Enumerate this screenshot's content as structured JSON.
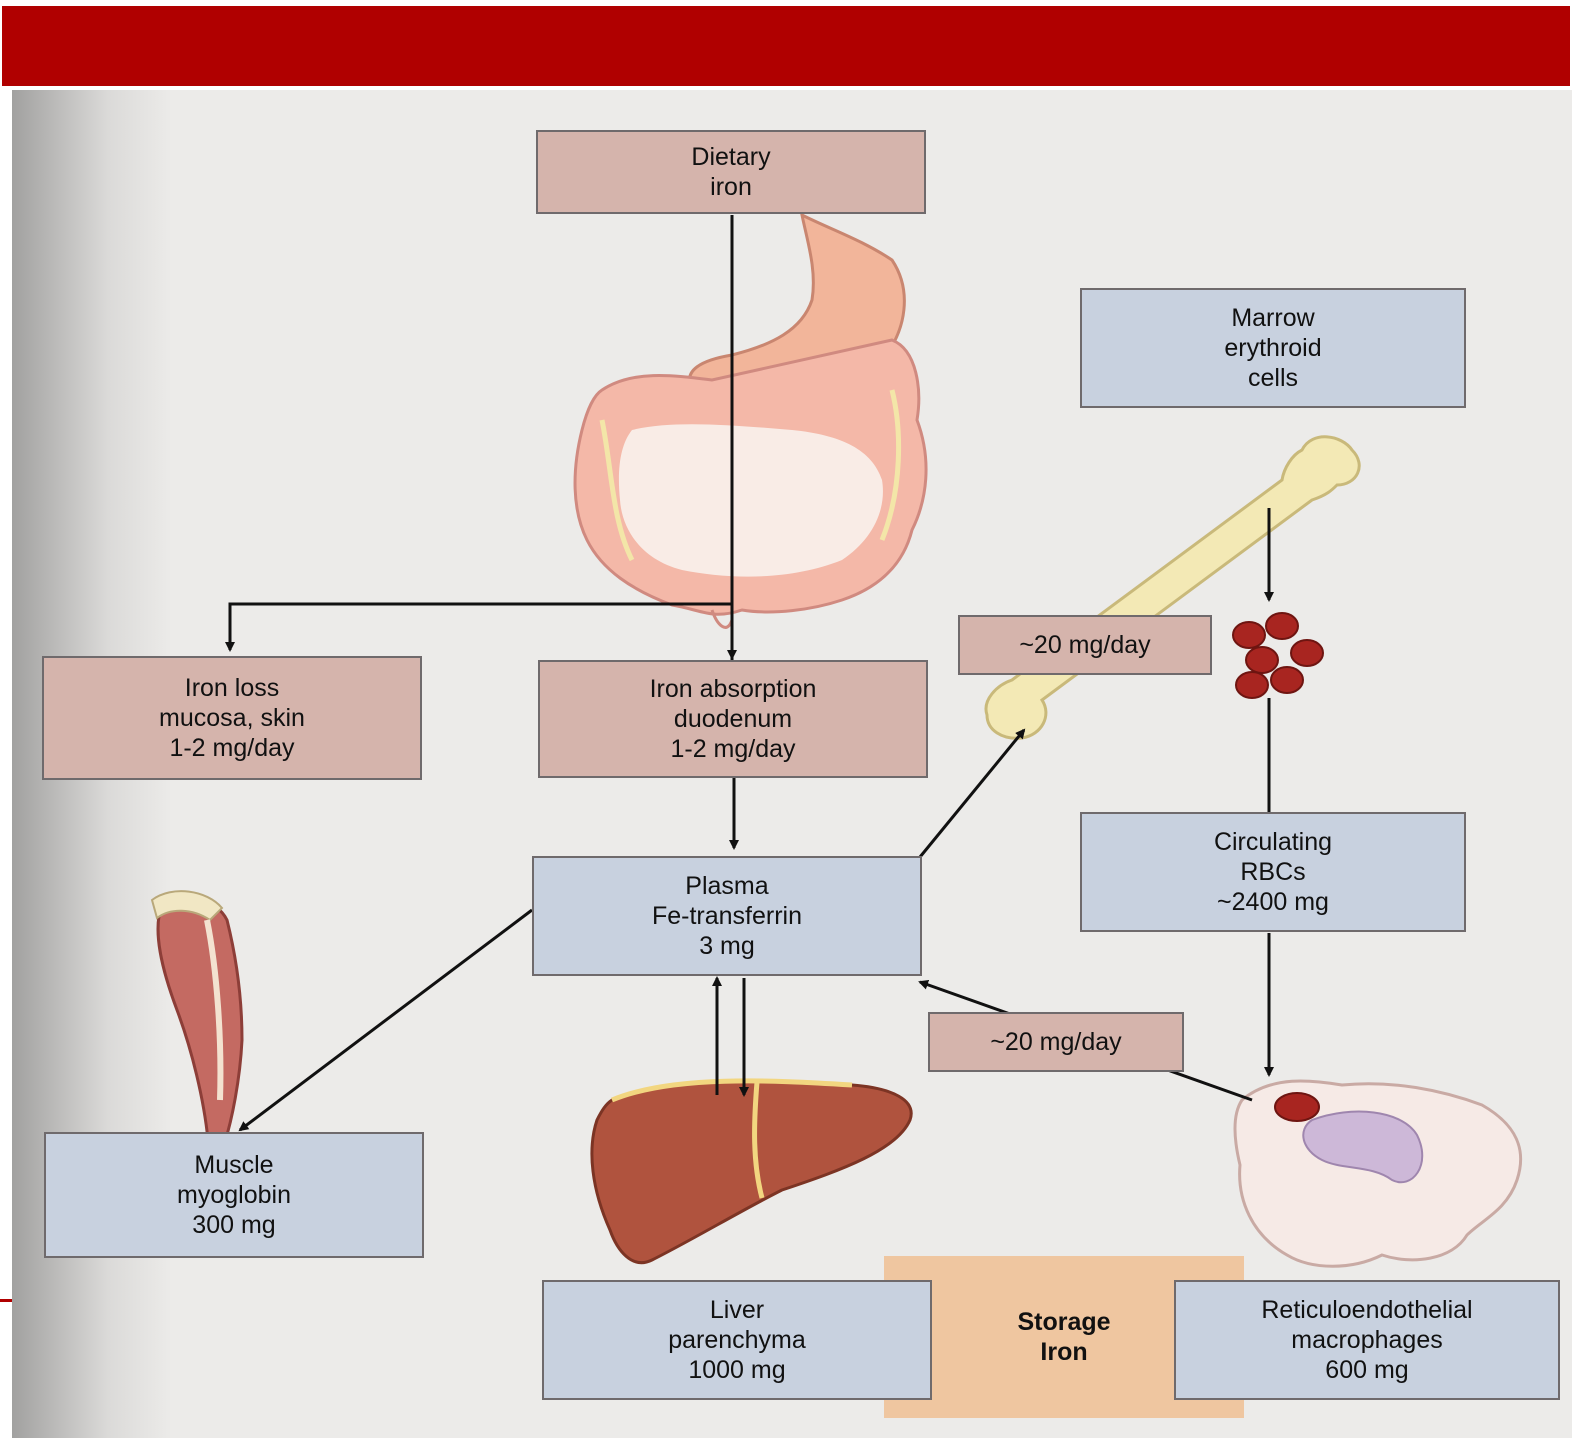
{
  "boxes": {
    "dietary_iron": "Dietary\niron",
    "marrow": "Marrow\nerythroid\ncells",
    "iron_loss": "Iron loss\nmucosa, skin\n1-2 mg/day",
    "iron_absorption": "Iron absorption\nduodenum\n1-2 mg/day",
    "rate_top": "~20 mg/day",
    "plasma": "Plasma\nFe-transferrin\n3 mg",
    "circulating": "Circulating\nRBCs\n~2400 mg",
    "rate_bottom": "~20 mg/day",
    "muscle": "Muscle\nmyoglobin\n300 mg",
    "liver": "Liver\nparenchyma\n1000 mg",
    "storage": "Storage\nIron",
    "reticulo": "Reticuloendothelial\nmacrophages\n600 mg"
  },
  "colors": {
    "header_bar": "#b00000",
    "brown_box": "#d5b4ac",
    "blue_box": "#c8d1df",
    "storage_box": "#efc6a0"
  },
  "illustrations": [
    "stomach-intestine-illustration",
    "bone-illustration",
    "red-blood-cells-illustration",
    "muscle-illustration",
    "liver-illustration",
    "macrophage-illustration"
  ]
}
